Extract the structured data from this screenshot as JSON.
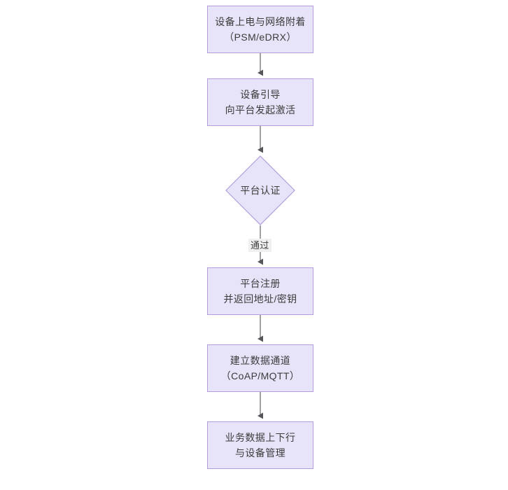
{
  "diagram": {
    "type": "flowchart",
    "orientation": "top-to-bottom",
    "theme": {
      "node_fill": "#e7e3f8",
      "node_border": "#b39ddb",
      "text_color": "#3c3c3c",
      "edge_color": "#55555a",
      "edge_label_bg": "#f0f0f0",
      "background": "#ffffff"
    },
    "nodes": [
      {
        "id": "n1",
        "shape": "rect",
        "line1": "设备上电与网络附着",
        "line2": "（PSM/eDRX）"
      },
      {
        "id": "n2",
        "shape": "rect",
        "line1": "设备引导",
        "line2": "向平台发起激活"
      },
      {
        "id": "n3",
        "shape": "diamond",
        "line1": "平台认证",
        "line2": ""
      },
      {
        "id": "n4",
        "shape": "rect",
        "line1": "平台注册",
        "line2": "并返回地址/密钥"
      },
      {
        "id": "n5",
        "shape": "rect",
        "line1": "建立数据通道",
        "line2": "（CoAP/MQTT）"
      },
      {
        "id": "n6",
        "shape": "rect",
        "line1": "业务数据上下行",
        "line2": "与设备管理"
      }
    ],
    "edges": [
      {
        "from": "n1",
        "to": "n2",
        "label": ""
      },
      {
        "from": "n2",
        "to": "n3",
        "label": ""
      },
      {
        "from": "n3",
        "to": "n4",
        "label": "通过"
      },
      {
        "from": "n4",
        "to": "n5",
        "label": ""
      },
      {
        "from": "n5",
        "to": "n6",
        "label": ""
      }
    ]
  }
}
